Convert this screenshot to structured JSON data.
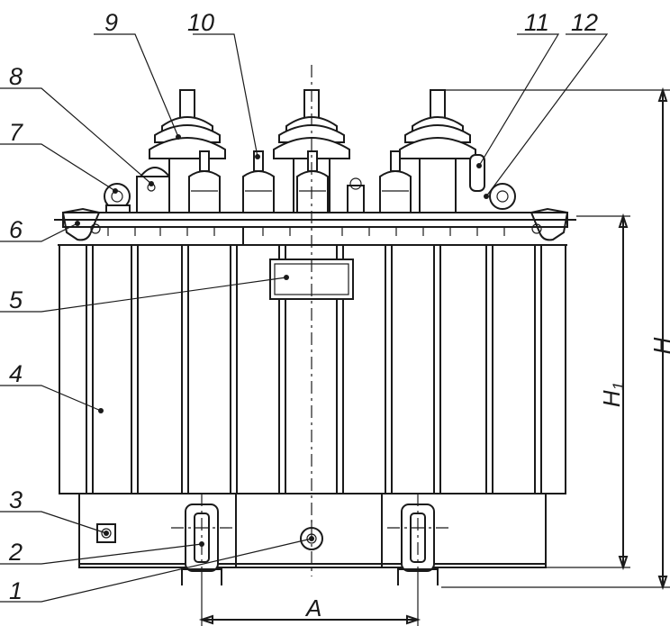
{
  "callouts": {
    "c1": "1",
    "c2": "2",
    "c3": "3",
    "c4": "4",
    "c5": "5",
    "c6": "6",
    "c7": "7",
    "c8": "8",
    "c9": "9",
    "c10": "10",
    "c11": "11",
    "c12": "12"
  },
  "dimensions": {
    "overall_height": "H",
    "tank_height": "H",
    "tank_height_subscript": "1",
    "wheel_gauge": "A"
  },
  "colors": {
    "ink": "#1a1a1a",
    "background": "#ffffff"
  }
}
